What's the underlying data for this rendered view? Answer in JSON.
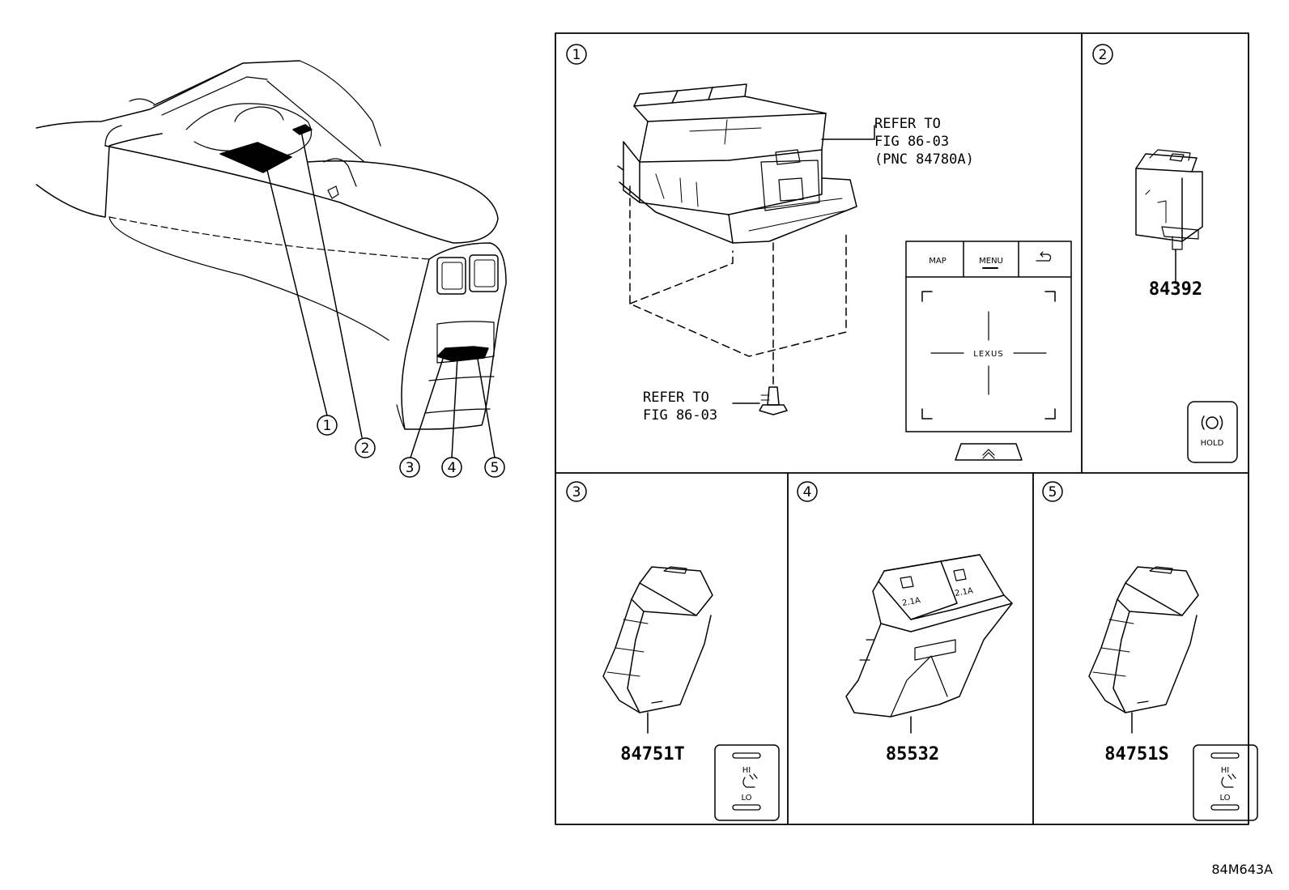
{
  "figure_id": "84M643A",
  "overview": {
    "callouts": [
      "1",
      "2",
      "3",
      "4",
      "5"
    ]
  },
  "panels": [
    {
      "number": "1",
      "refer_main": [
        "REFER TO",
        "FIG 86-03",
        "(PNC 84780A)"
      ],
      "refer_bolt": [
        "REFER TO",
        "FIG 86-03"
      ],
      "touchpad": {
        "buttons": [
          "MAP",
          "MENU"
        ],
        "logo": "LEXUS"
      }
    },
    {
      "number": "2",
      "part": "84392",
      "icon_label": "HOLD"
    },
    {
      "number": "3",
      "part": "84751T",
      "switch_hi": "HI",
      "switch_lo": "LO"
    },
    {
      "number": "4",
      "part": "85532",
      "usb_label": "2.1A"
    },
    {
      "number": "5",
      "part": "84751S",
      "switch_hi": "HI",
      "switch_lo": "LO"
    }
  ]
}
